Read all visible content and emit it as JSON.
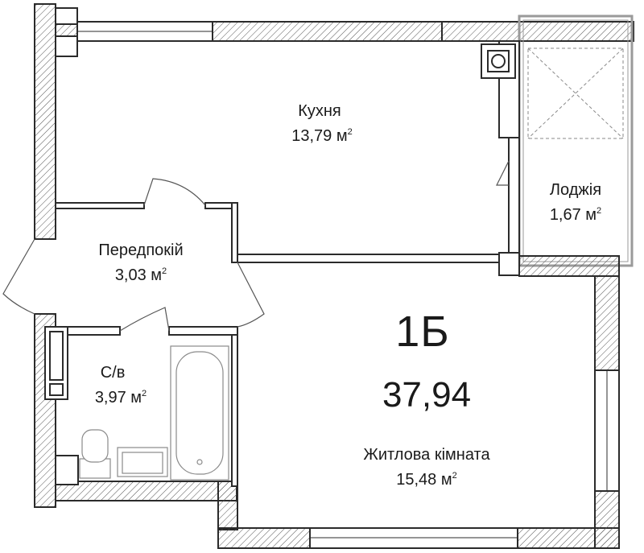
{
  "apartment": {
    "code": "1Б",
    "total_area": "37,94"
  },
  "rooms": [
    {
      "id": "kitchen",
      "name": "Кухня",
      "area": "13,79 м",
      "unit_sup": "2"
    },
    {
      "id": "loggia",
      "name": "Лоджія",
      "area": "1,67 м",
      "unit_sup": "2"
    },
    {
      "id": "hallway",
      "name": "Передпокій",
      "area": "3,03 м",
      "unit_sup": "2"
    },
    {
      "id": "bathroom",
      "name": "С/в",
      "area": "3,97 м",
      "unit_sup": "2"
    },
    {
      "id": "living",
      "name": "Житлова кімната",
      "area": "15,48 м",
      "unit_sup": "2"
    }
  ],
  "colors": {
    "wall_stroke": "#2b2b2b",
    "hatch": "#555555",
    "fixture": "#8a8a8a",
    "glass": "#9a9a9a"
  }
}
